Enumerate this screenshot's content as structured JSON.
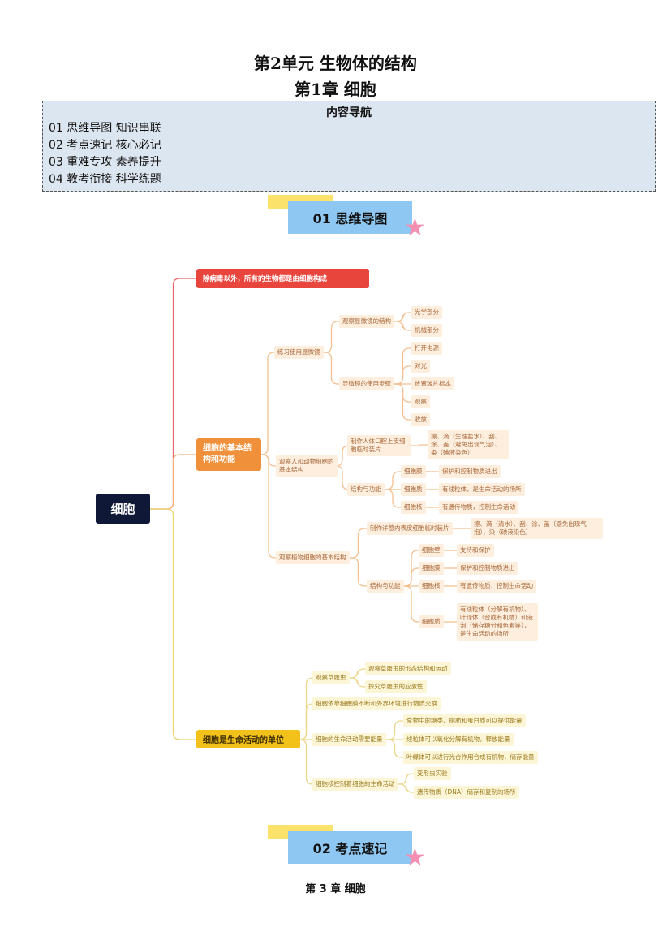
{
  "header": {
    "unit_title": "第2单元 生物体的结构",
    "chapter_title": "第1章 细胞"
  },
  "nav": {
    "title": "内容导航",
    "items": [
      "01 思维导图 知识串联",
      "02 考点速记 核心必记",
      "03 重难专攻 素养提升",
      "04 教考衔接 科学练题"
    ]
  },
  "sections": [
    "01 思维导图",
    "02 考点速记"
  ],
  "mindmap": {
    "root": "细胞",
    "b1": "除病毒以外，所有的生物都是由细胞构成",
    "b2": "细胞的基本结构和功能",
    "b3": "细胞是生命活动的单位",
    "microscope": {
      "label": "练习使用显微镜",
      "struct": "观察显微镜的结构",
      "struct_items": [
        "光学部分",
        "机械部分"
      ],
      "steps": "显微镜的使用步骤",
      "step_items": [
        "打开电源",
        "对光",
        "放置玻片标本",
        "观察",
        "收放"
      ]
    },
    "animal": {
      "label": "观察人和动物细胞的基本结构",
      "slide": "制作人体口腔上皮细胞临时装片",
      "slide_steps": "擦、滴（生理盐水）、刮、涂、盖（避免出现气泡）、染（碘液染色）",
      "sf": "结构与功能",
      "parts": [
        "细胞膜",
        "细胞质",
        "细胞核"
      ],
      "funcs": [
        "保护和控制物质进出",
        "有线粒体，是生命活动的场所",
        "有遗传物质，控制生命活动"
      ]
    },
    "plant": {
      "label": "观察植物细胞的基本结构",
      "slide": "制作洋葱内表皮细胞临时装片",
      "slide_steps": "擦、滴（清水）、刮、涂、盖（避免出现气泡）、染（碘液染色）",
      "sf": "结构与功能",
      "parts": [
        "细胞壁",
        "细胞膜",
        "细胞核",
        "细胞质"
      ],
      "funcs": [
        "支持和保护",
        "保护和控制物质进出",
        "有遗传物质，控制生命活动",
        "有线粒体（分解有机物）、叶绿体（合成有机物）和液泡（储存糖分和色素等），是生命活动的场所"
      ]
    },
    "unit": {
      "paramecium": "观察草履虫",
      "paramecium_items": [
        "观察草履虫的形态结构和运动",
        "探究草履虫的应激性"
      ],
      "exchange": "细胞依靠细胞膜不断和外界环境进行物质交换",
      "energy": "细胞的生命活动需要能量",
      "energy_items": [
        "食物中的糖类、脂肪和蛋白质可以提供能量",
        "线粒体可以氧化分解有机物，释放能量",
        "叶绿体可以进行光合作用合成有机物，储存能量"
      ],
      "nucleus": "细胞核控制着细胞的生命活动",
      "nucleus_items": [
        "变形虫实验",
        "遗传物质（DNA）储存和复制的场所"
      ]
    }
  },
  "footer": "第 3 章 细胞",
  "colors": {
    "root": "#101838",
    "b1": "#e8453c",
    "b2": "#f0903a",
    "b3": "#f2c21b",
    "nav_bg": "#dce6f0",
    "banner": "#8ec7f2"
  }
}
